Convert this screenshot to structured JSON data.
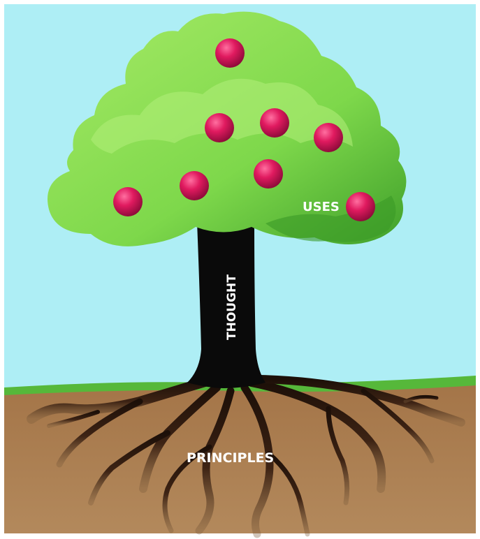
{
  "labels": {
    "fruit": "USES",
    "trunk": "THOUGHT",
    "roots": "PRINCIPLES"
  },
  "colors": {
    "sky": "#aeeef5",
    "grass": "#56b83a",
    "soil": "#a97a4b",
    "foliage_light": "#9be45c",
    "foliage_mid": "#7fd84a",
    "foliage_dark": "#3ea52a",
    "trunk": "#0a0a0a",
    "roots": "#3d2314",
    "fruit": "#d4145a",
    "text": "#ffffff"
  }
}
